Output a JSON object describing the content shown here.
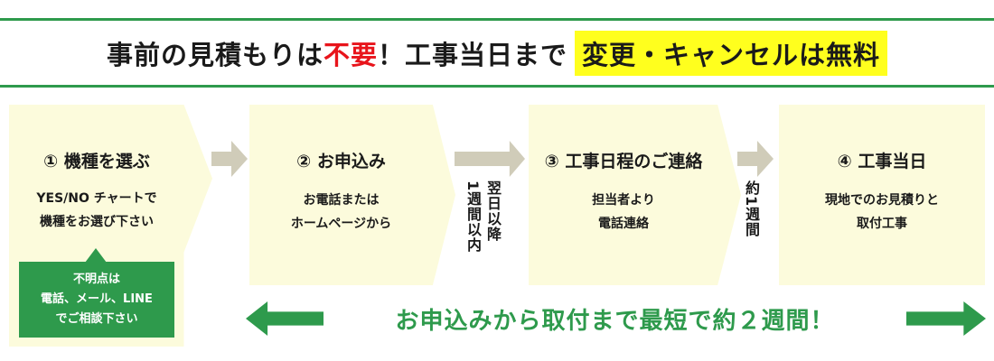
{
  "headline": {
    "part1": "事前の見積もりは",
    "red": "不要",
    "part2": "！工事当日まで",
    "highlight": "変更・キャンセルは無料"
  },
  "steps": [
    {
      "title": "① 機種を選ぶ",
      "desc": [
        "YES/NO チャートで",
        "機種をお選び下さい"
      ]
    },
    {
      "title": "② お申込み",
      "desc": [
        "お電話または",
        "ホームページから"
      ]
    },
    {
      "title": "③ 工事日程のご連絡",
      "desc": [
        "担当者より",
        "電話連絡"
      ]
    },
    {
      "title": "④ 工事当日",
      "desc": [
        "現地でのお見積りと",
        "取付工事"
      ]
    }
  ],
  "intervals": {
    "b_to_c": [
      "翌日以降",
      "1週間以内"
    ],
    "c_to_d": [
      "約1週間"
    ]
  },
  "contact": {
    "lines": [
      "不明点は",
      "電話、メール、LINE",
      "でご相談下さい"
    ]
  },
  "banner": "お申込みから取付まで最短で約２週間！",
  "colors": {
    "accent_green": "#2e9a4c",
    "highlight_yellow": "#ffff1e",
    "red": "#e8141b",
    "step_bg": "#fcfbdc"
  }
}
